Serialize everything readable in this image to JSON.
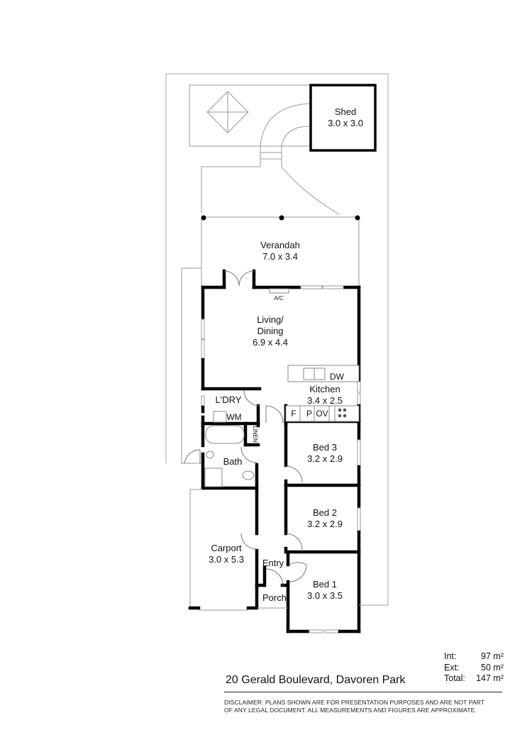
{
  "rooms": {
    "shed": {
      "name": "Shed",
      "dims": "3.0 x 3.0"
    },
    "verandah": {
      "name": "Verandah",
      "dims": "7.0 x 3.4"
    },
    "living": {
      "name1": "Living/",
      "name2": "Dining",
      "dims": "6.9 x 4.4"
    },
    "kitchen": {
      "name": "Kitchen",
      "dims": "3.4 x 2.5"
    },
    "laundry": {
      "name": "L'DRY"
    },
    "bath": {
      "name": "Bath"
    },
    "bed3": {
      "name": "Bed 3",
      "dims": "3.2 x 2.9"
    },
    "bed2": {
      "name": "Bed 2",
      "dims": "3.2 x 2.9"
    },
    "bed1": {
      "name": "Bed 1",
      "dims": "3.0 x 3.5"
    },
    "carport": {
      "name": "Carport",
      "dims": "3.0 x 5.3"
    },
    "entry": {
      "name": "Entry"
    },
    "porch": {
      "name": "Porch"
    }
  },
  "fixtures": {
    "ac": "A/C",
    "dishwasher": "DW",
    "washing_machine": "WM",
    "linen": "LINEN",
    "fridge": "F",
    "pantry": "P",
    "oven": "OV"
  },
  "footer": {
    "address": "20 Gerald Boulevard, Davoren Park",
    "areas": [
      {
        "label": "Int:",
        "value": "97 m²"
      },
      {
        "label": "Ext:",
        "value": "50 m²"
      },
      {
        "label": "Total:",
        "value": "147 m²"
      }
    ],
    "disclaimer_line1": "DISCLAIMER:  PLANS SHOWN ARE FOR PRESENTATION PURPOSES AND ARE NOT PART",
    "disclaimer_line2": "OF ANY LEGAL DOCUMENT. ALL MEASUREMENTS AND FIGURES ARE APPROXIMATE."
  }
}
